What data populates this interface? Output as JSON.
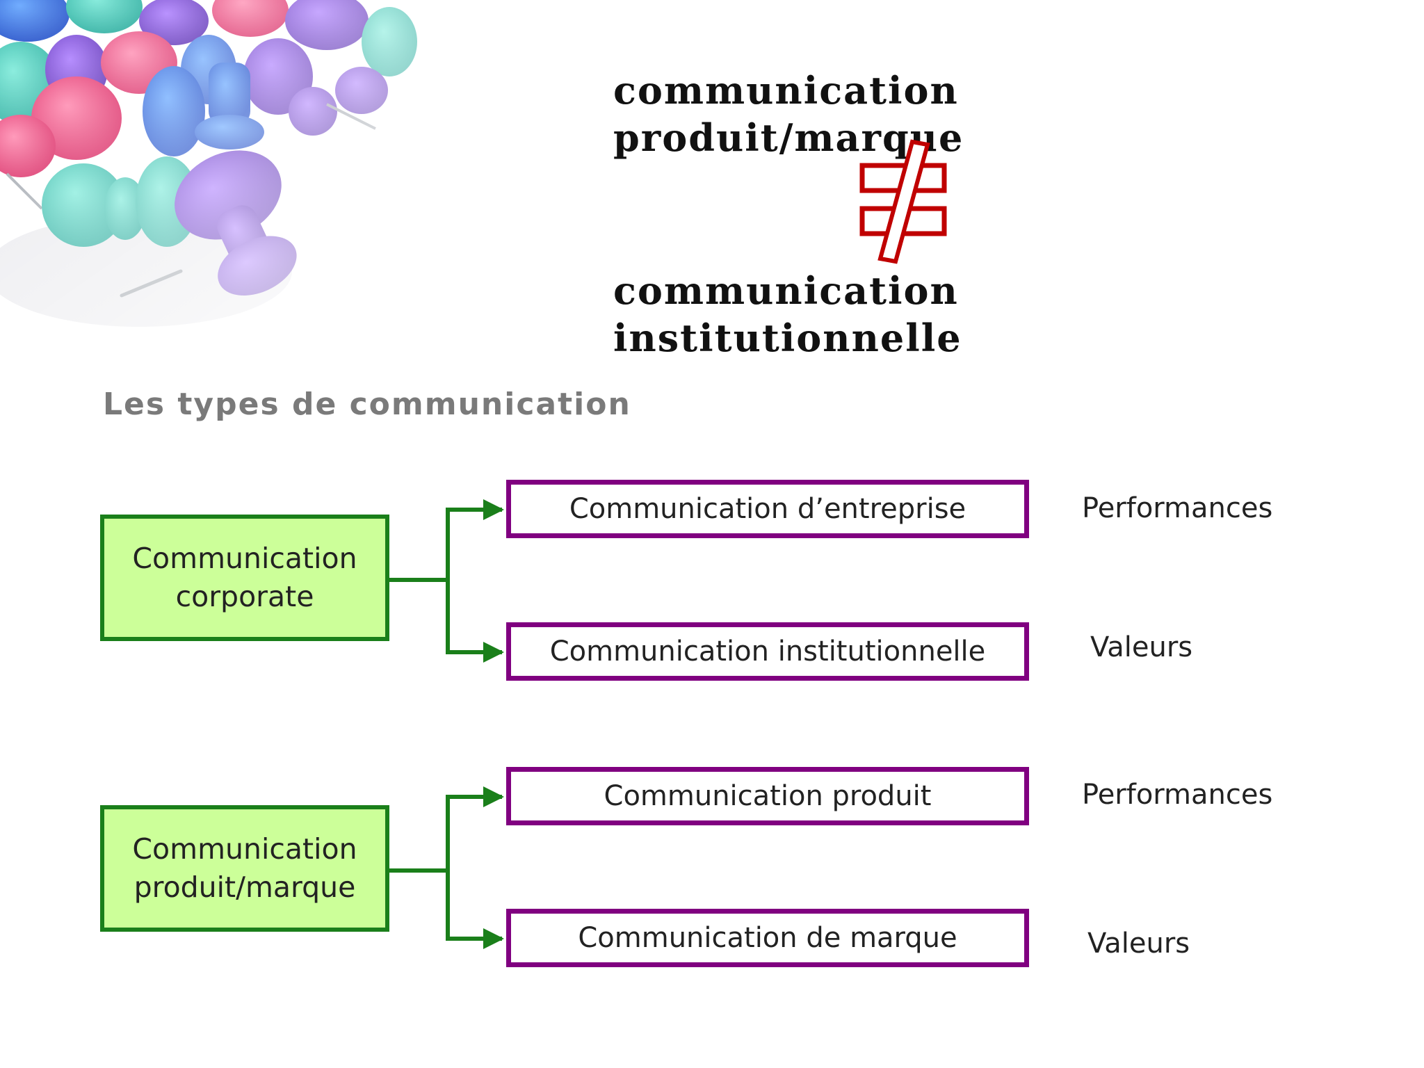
{
  "header": {
    "top_heading": [
      "communication",
      "produit/marque"
    ],
    "bottom_heading": [
      "communication",
      "institutionnelle"
    ],
    "symbol": "≠"
  },
  "section_title": "Les types de communication",
  "diagram": {
    "groups": [
      {
        "source": "Communication corporate",
        "targets": [
          {
            "label": "Communication d’entreprise",
            "side": "Performances"
          },
          {
            "label": "Communication institutionnelle",
            "side": "Valeurs"
          }
        ]
      },
      {
        "source": "Communication produit/marque",
        "targets": [
          {
            "label": "Communication produit",
            "side": "Performances"
          },
          {
            "label": "Communication de marque",
            "side": "Valeurs"
          }
        ]
      }
    ]
  },
  "colors": {
    "source_fill": "#ccff99",
    "source_border": "#1a7f1a",
    "target_border": "#800080",
    "connector": "#1a7f1a",
    "symbol": "#c00000"
  },
  "icons": [
    "push-pins-photo",
    "not-equal-icon"
  ]
}
